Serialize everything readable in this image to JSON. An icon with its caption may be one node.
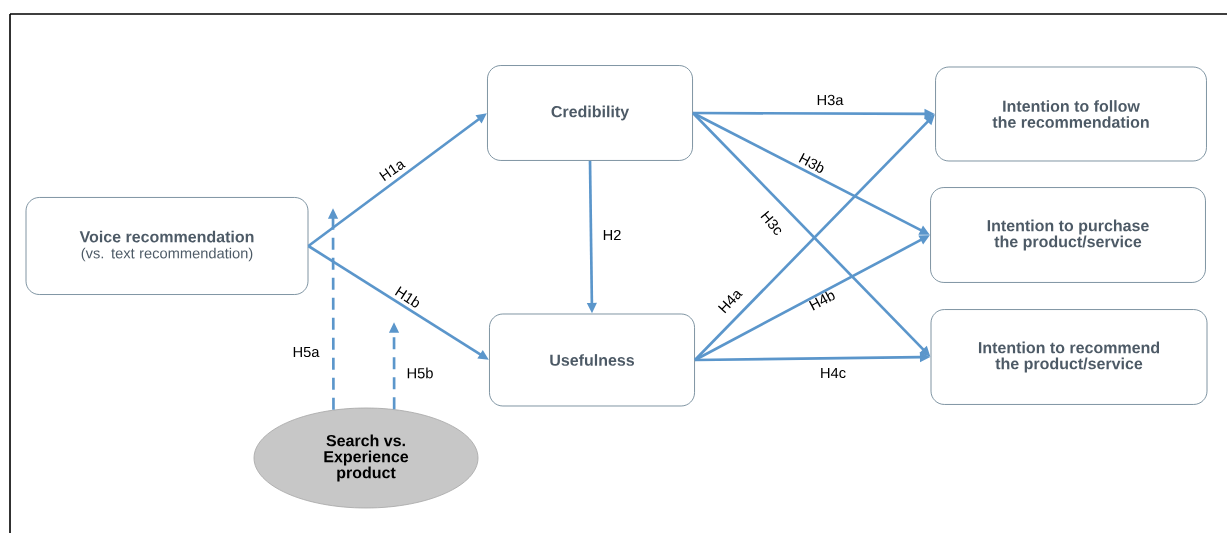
{
  "diagram": {
    "nodes": [
      {
        "text": [
          "Voice recommendation",
          "(vs. text recommendation)"
        ]
      },
      {
        "text": [
          "Credibility"
        ]
      },
      {
        "text": [
          "Usefulness"
        ]
      },
      {
        "text": [
          "Intention to follow the recommendation"
        ]
      },
      {
        "text": [
          "Intention to purchase the product/service"
        ]
      },
      {
        "text": [
          "Intention to recommend the product/service"
        ]
      },
      {
        "text": [
          "Search vs. Experience product"
        ]
      }
    ],
    "edges": [
      {
        "from": 0,
        "to": 1,
        "arrow": "to",
        "label": "H1a"
      },
      {
        "from": 0,
        "to": 2,
        "arrow": "to",
        "label": "H1b"
      },
      {
        "from": 1,
        "to": 2,
        "arrow": "to",
        "label": "H2"
      },
      {
        "from": 1,
        "to": 3,
        "arrow": "to",
        "label": "H3a"
      },
      {
        "from": 1,
        "to": 4,
        "arrow": "to",
        "label": "H3b"
      },
      {
        "from": 1,
        "to": 5,
        "arrow": "to",
        "label": "H3c"
      },
      {
        "from": 2,
        "to": 3,
        "arrow": "to",
        "label": "H4a"
      },
      {
        "from": 2,
        "to": 4,
        "arrow": "to",
        "label": "H4b"
      },
      {
        "from": 2,
        "to": 5,
        "arrow": "to",
        "label": "H4c"
      },
      {
        "from": 6,
        "to": null,
        "arrow": "to",
        "label": "H5a",
        "style": "dashed"
      },
      {
        "from": 6,
        "to": null,
        "arrow": "to",
        "label": "H5b",
        "style": "dashed"
      }
    ]
  }
}
